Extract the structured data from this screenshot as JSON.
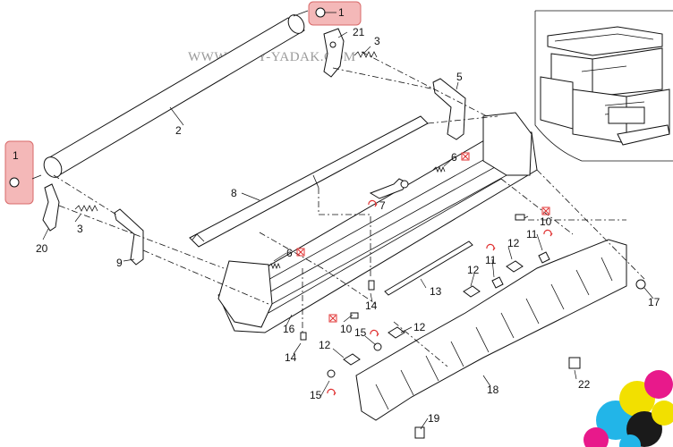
{
  "watermark": "WWW.COPY-YADAK.COM",
  "callouts": [
    "1",
    "1",
    "2",
    "3",
    "3",
    "5",
    "6",
    "6",
    "7",
    "8",
    "9",
    "10",
    "10",
    "11",
    "11",
    "12",
    "12",
    "12",
    "12",
    "13",
    "14",
    "14",
    "15",
    "15",
    "16",
    "17",
    "18",
    "19",
    "20",
    "21",
    "22"
  ],
  "colors": {
    "highlight_fill": "#f4b8b8",
    "highlight_stroke": "#d86a6a",
    "mark_red": "#e03030",
    "line": "#111111"
  },
  "symbols": {
    "x_box": "replace-x-icon",
    "arrow_cycle": "rotate-arrows-icon"
  }
}
